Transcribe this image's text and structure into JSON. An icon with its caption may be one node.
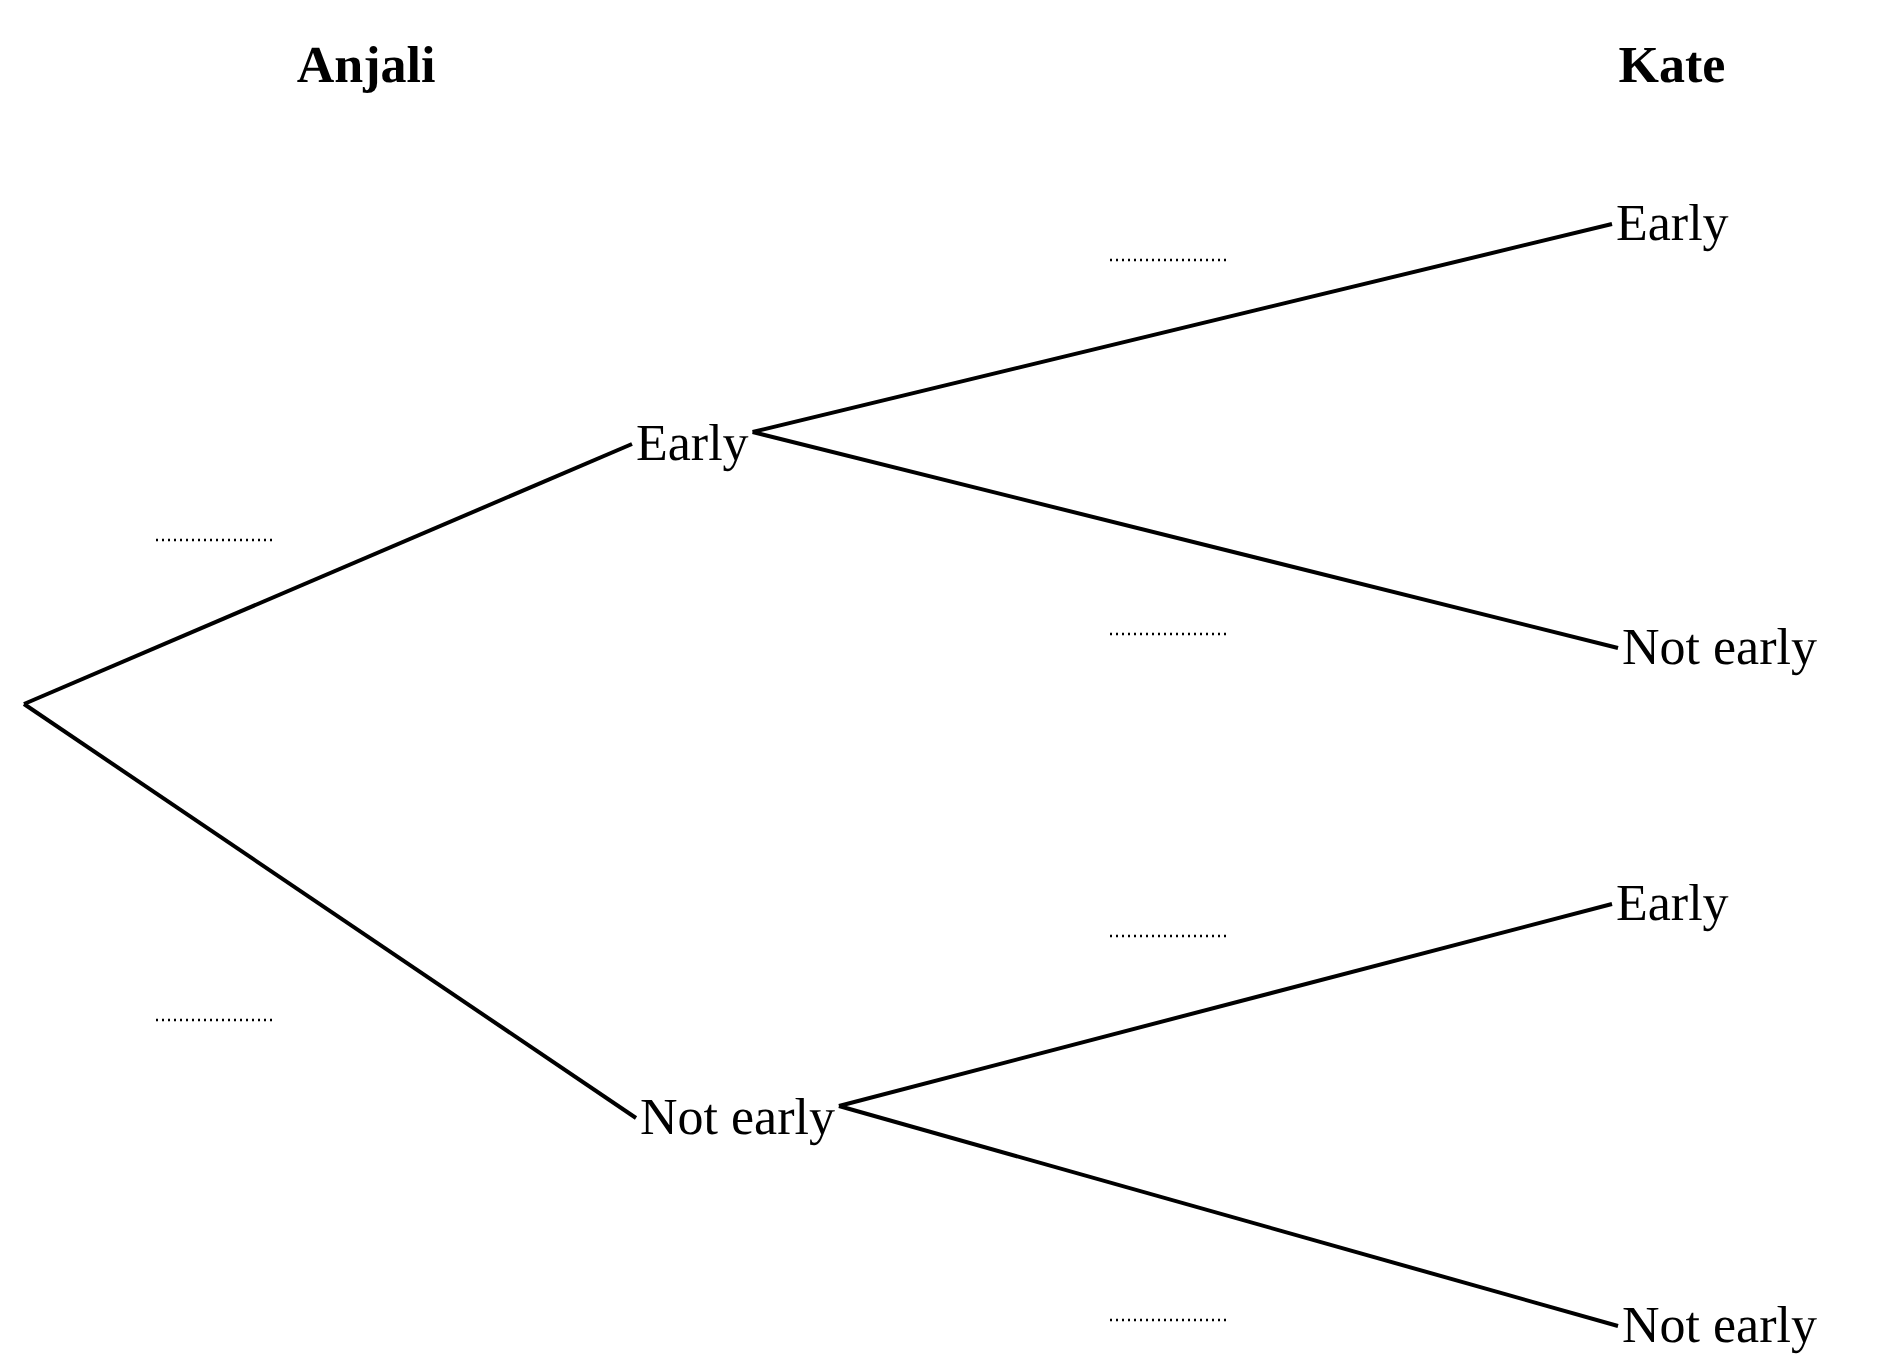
{
  "diagram": {
    "nodes": [
      {
        "text": [
          "Early"
        ]
      },
      {
        "text": [
          "Not early"
        ]
      },
      {
        "text": [
          "Early"
        ]
      },
      {
        "text": [
          "Not early"
        ]
      },
      {
        "text": [
          "Early"
        ]
      },
      {
        "text": [
          "Not early"
        ]
      }
    ],
    "edges": [
      {
        "from": null,
        "to": 0,
        "arrow": "none"
      },
      {
        "from": null,
        "to": 1,
        "arrow": "none"
      },
      {
        "from": 0,
        "to": 2,
        "arrow": "none"
      },
      {
        "from": 0,
        "to": 3,
        "arrow": "none"
      },
      {
        "from": 1,
        "to": 4,
        "arrow": "none"
      },
      {
        "from": 1,
        "to": 5,
        "arrow": "none"
      }
    ],
    "labels": [
      "Anjali",
      "Kate"
    ]
  }
}
